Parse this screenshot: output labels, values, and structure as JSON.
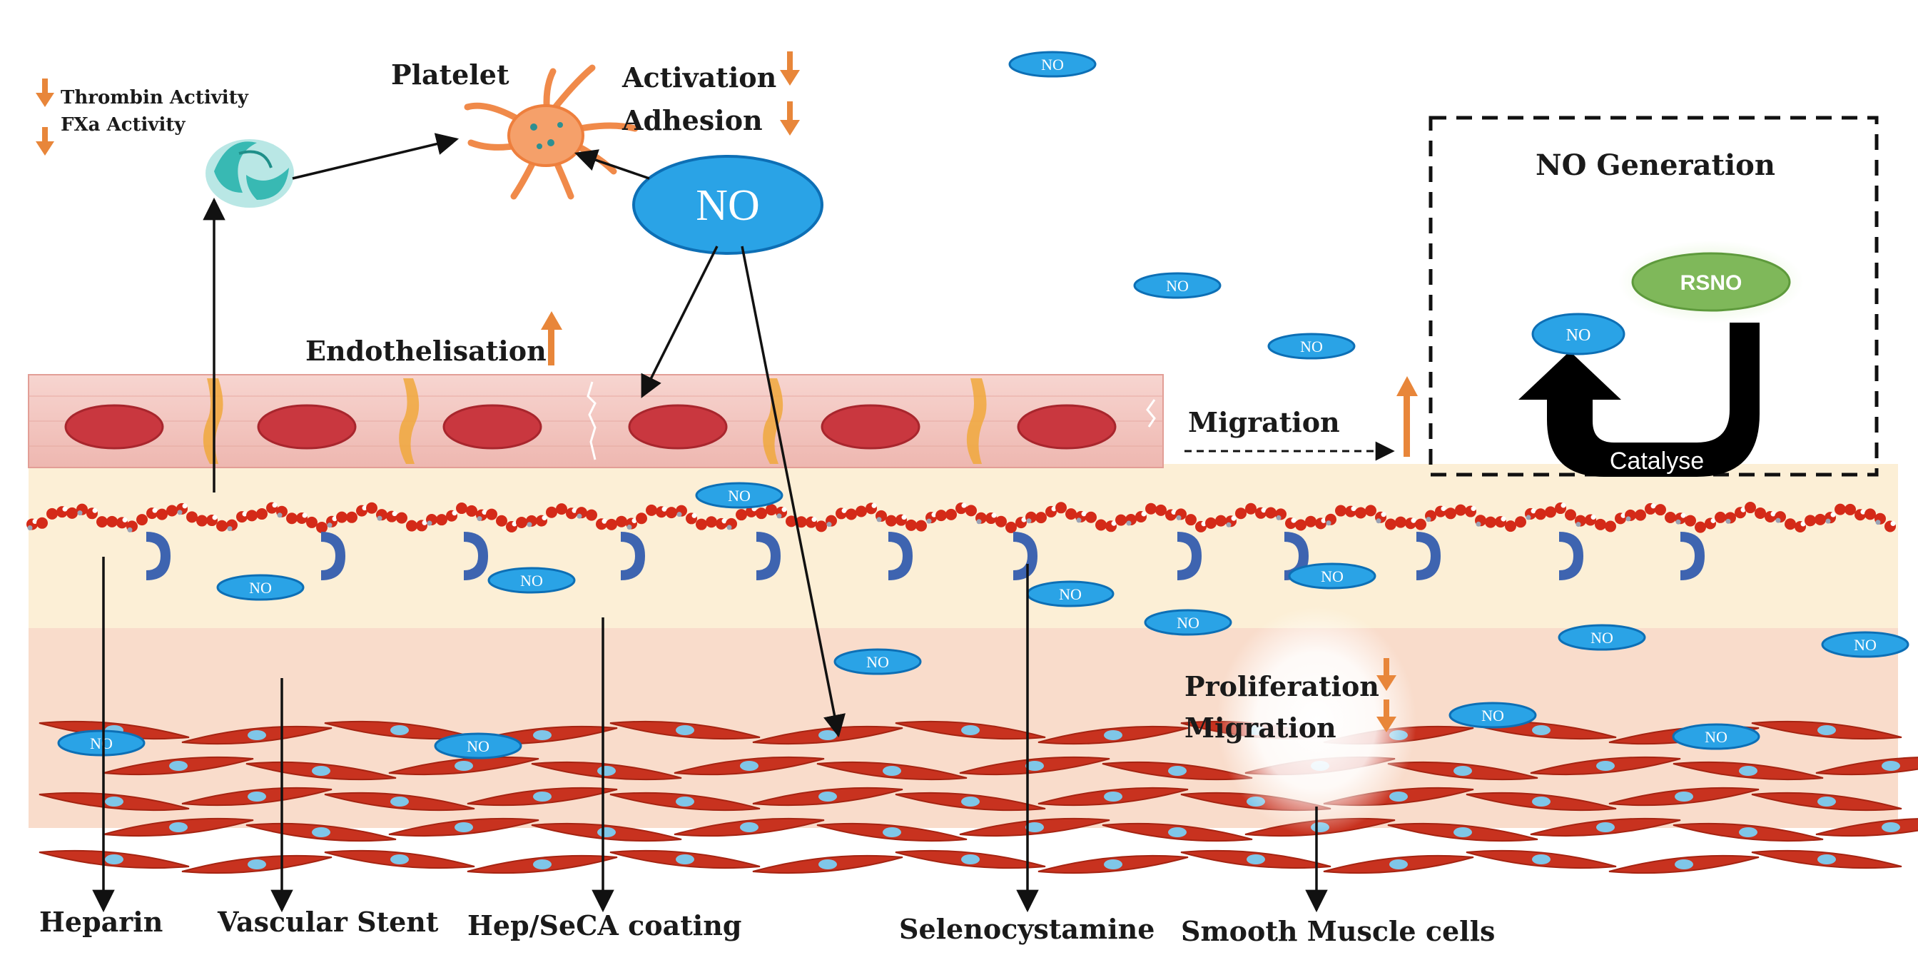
{
  "labels": {
    "platelet": "Platelet",
    "activation": "Activation",
    "adhesion": "Adhesion",
    "thrombin_activity": "Thrombin Activity",
    "fxa_activity": "FXa Activity",
    "endothelisation": "Endothelisation",
    "migration_top": "Migration",
    "no_generation": "NO Generation",
    "rsno": "RSNO",
    "catalyse": "Catalyse",
    "proliferation": "Proliferation",
    "migration_bottom": "Migration",
    "heparin": "Heparin",
    "vascular_stent": "Vascular Stent",
    "hep_seca_coating": "Hep/SeCA coating",
    "selenocystamine": "Selenocystamine",
    "smooth_muscle_cells": "Smooth Muscle cells"
  },
  "molecule": {
    "large_no": "NO",
    "small_no": "NO"
  },
  "colors": {
    "no_fill": "#2aa3e6",
    "no_stroke": "#0d6fb5",
    "orange_arrow": "#e8863a",
    "endothelium": "#f4c9c4",
    "nucleus": "#c9373f",
    "smooth_muscle": "#c8321f",
    "coating_band": "#fbecd0",
    "tissue_band": "#f9ddcc",
    "heparin_bead": "#d42a18",
    "selenocystamine": "#3e64b0",
    "rsno_fill": "#7fb85a",
    "catalyse_arrow": "#000000"
  }
}
